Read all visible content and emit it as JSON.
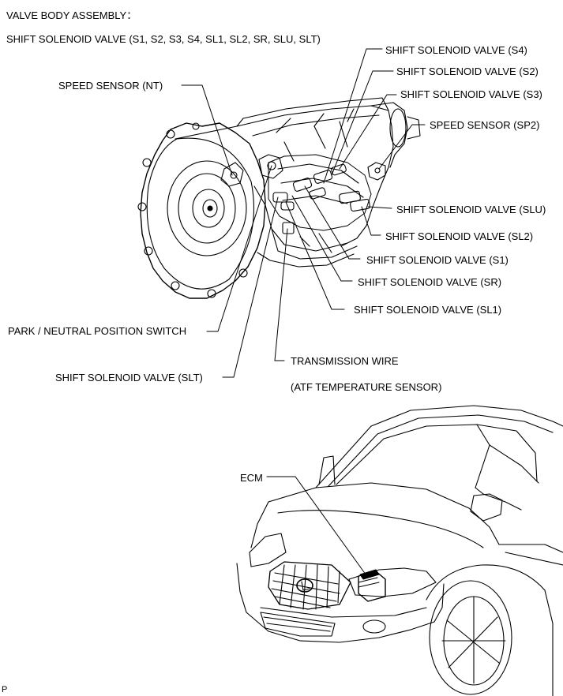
{
  "header": {
    "title": "VALVE BODY ASSEMBLY：",
    "subtitle": "SHIFT SOLENOID VALVE (S1, S2, S3, S4, SL1, SL2, SR, SLU, SLT)"
  },
  "labels": {
    "s4": "SHIFT SOLENOID VALVE (S4)",
    "s2": "SHIFT SOLENOID VALVE (S2)",
    "s3": "SHIFT SOLENOID VALVE (S3)",
    "nt": "SPEED SENSOR  (NT)",
    "sp2": "SPEED SENSOR (SP2)",
    "slu": "SHIFT SOLENOID VALVE (SLU)",
    "sl2": "SHIFT SOLENOID VALVE (SL2)",
    "s1": "SHIFT SOLENOID VALVE (S1)",
    "sr": "SHIFT SOLENOID VALVE (SR)",
    "sl1": "SHIFT SOLENOID VALVE (SL1)",
    "pnp": "PARK / NEUTRAL POSITION SWITCH",
    "tw": "TRANSMISSION WIRE",
    "atf": "(ATF TEMPERATURE SENSOR)",
    "slt": "SHIFT SOLENOID VALVE (SLT)",
    "ecm": "ECM"
  },
  "footer": {
    "code": "P"
  }
}
